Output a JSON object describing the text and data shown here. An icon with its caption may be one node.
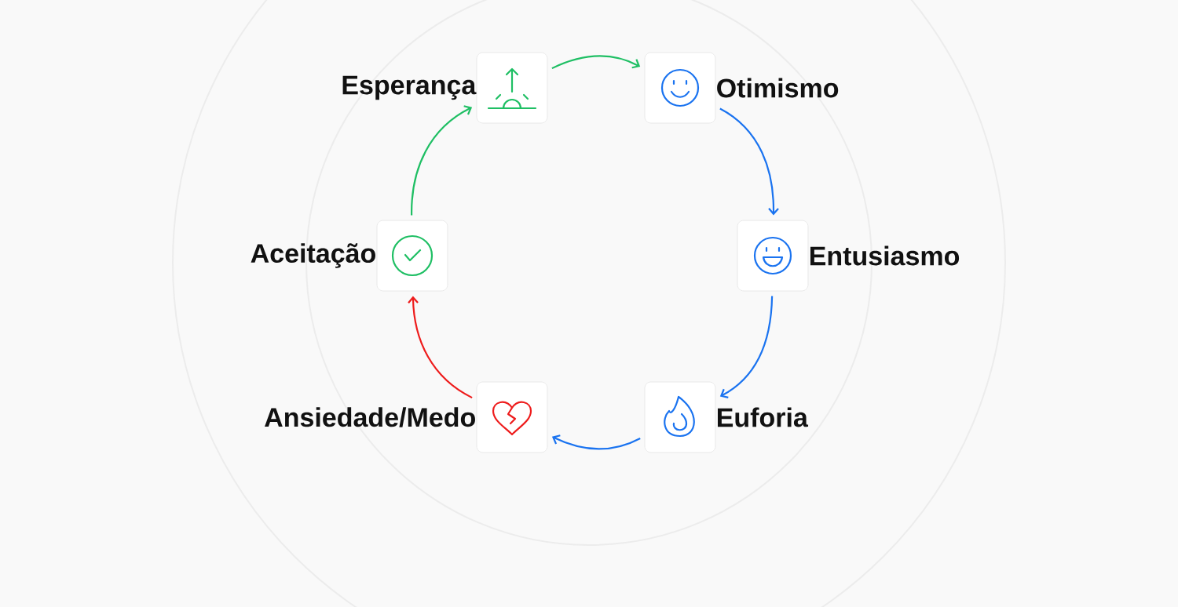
{
  "diagram": {
    "nodes": [
      {
        "text": [
          "Esperança"
        ]
      },
      {
        "text": [
          "Otimismo"
        ]
      },
      {
        "text": [
          "Entusiasmo"
        ]
      },
      {
        "text": [
          "Euforia"
        ]
      },
      {
        "text": [
          "Ansiedade/Medo"
        ]
      },
      {
        "text": [
          "Aceitação"
        ]
      }
    ],
    "edges": [
      {
        "from": 0,
        "to": 1,
        "arrow": "to",
        "color": "#1fbf64"
      },
      {
        "from": 1,
        "to": 2,
        "arrow": "to"
      },
      {
        "from": 2,
        "to": 3,
        "arrow": "to"
      },
      {
        "from": 3,
        "to": 4,
        "arrow": "to"
      },
      {
        "from": 4,
        "to": 5,
        "arrow": "to",
        "color": "#ee1c1c"
      },
      {
        "from": 5,
        "to": 0,
        "arrow": "to",
        "color": "#1fbf64"
      }
    ]
  }
}
